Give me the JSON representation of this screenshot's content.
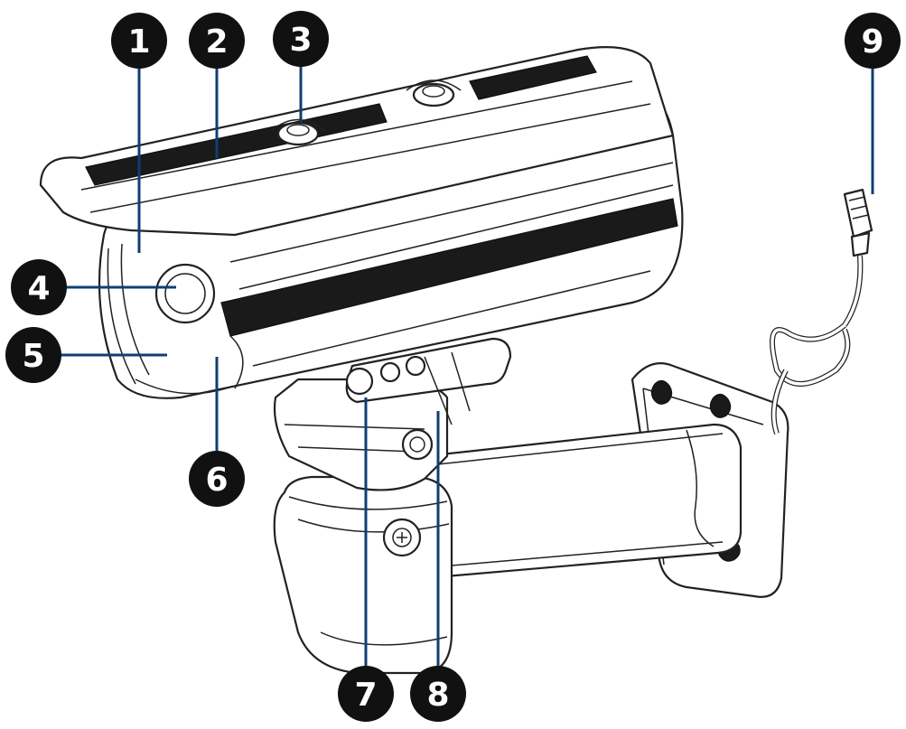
{
  "figure": {
    "subject": "camera-component-diagram",
    "callouts": [
      {
        "id": 1,
        "label": "1"
      },
      {
        "id": 2,
        "label": "2"
      },
      {
        "id": 3,
        "label": "3"
      },
      {
        "id": 4,
        "label": "4"
      },
      {
        "id": 5,
        "label": "5"
      },
      {
        "id": 6,
        "label": "6"
      },
      {
        "id": 7,
        "label": "7"
      },
      {
        "id": 8,
        "label": "8"
      },
      {
        "id": 9,
        "label": "9"
      }
    ],
    "colors": {
      "callout_fill": "#111111",
      "callout_text": "#ffffff",
      "leader_line": "#0f3f73",
      "outline": "#222222"
    }
  }
}
